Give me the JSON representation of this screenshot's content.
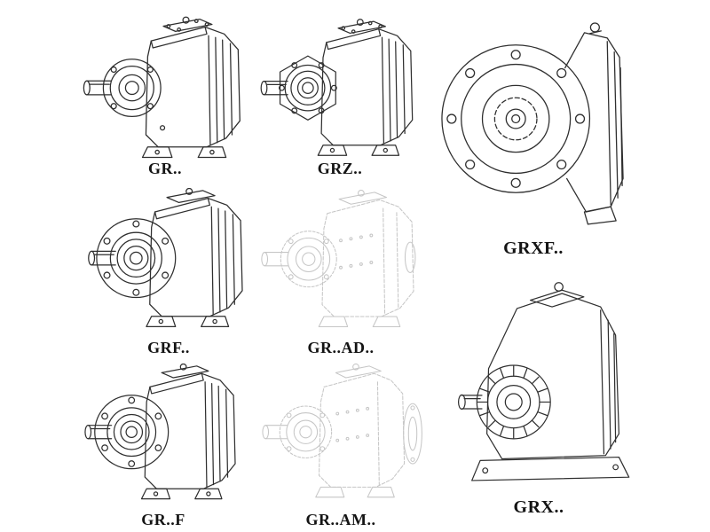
{
  "page": {
    "background": "#ffffff",
    "ink_color": "#2f2f2f",
    "faded_ink_color": "#c6c6c6"
  },
  "models": [
    {
      "label": "GR.."
    },
    {
      "label": "GRZ.."
    },
    {
      "label": "GRXF.."
    },
    {
      "label": "GRF.."
    },
    {
      "label": "GR..AD.."
    },
    {
      "label": "GR..F"
    },
    {
      "label": "GR..AM.."
    },
    {
      "label": "GRX.."
    }
  ]
}
